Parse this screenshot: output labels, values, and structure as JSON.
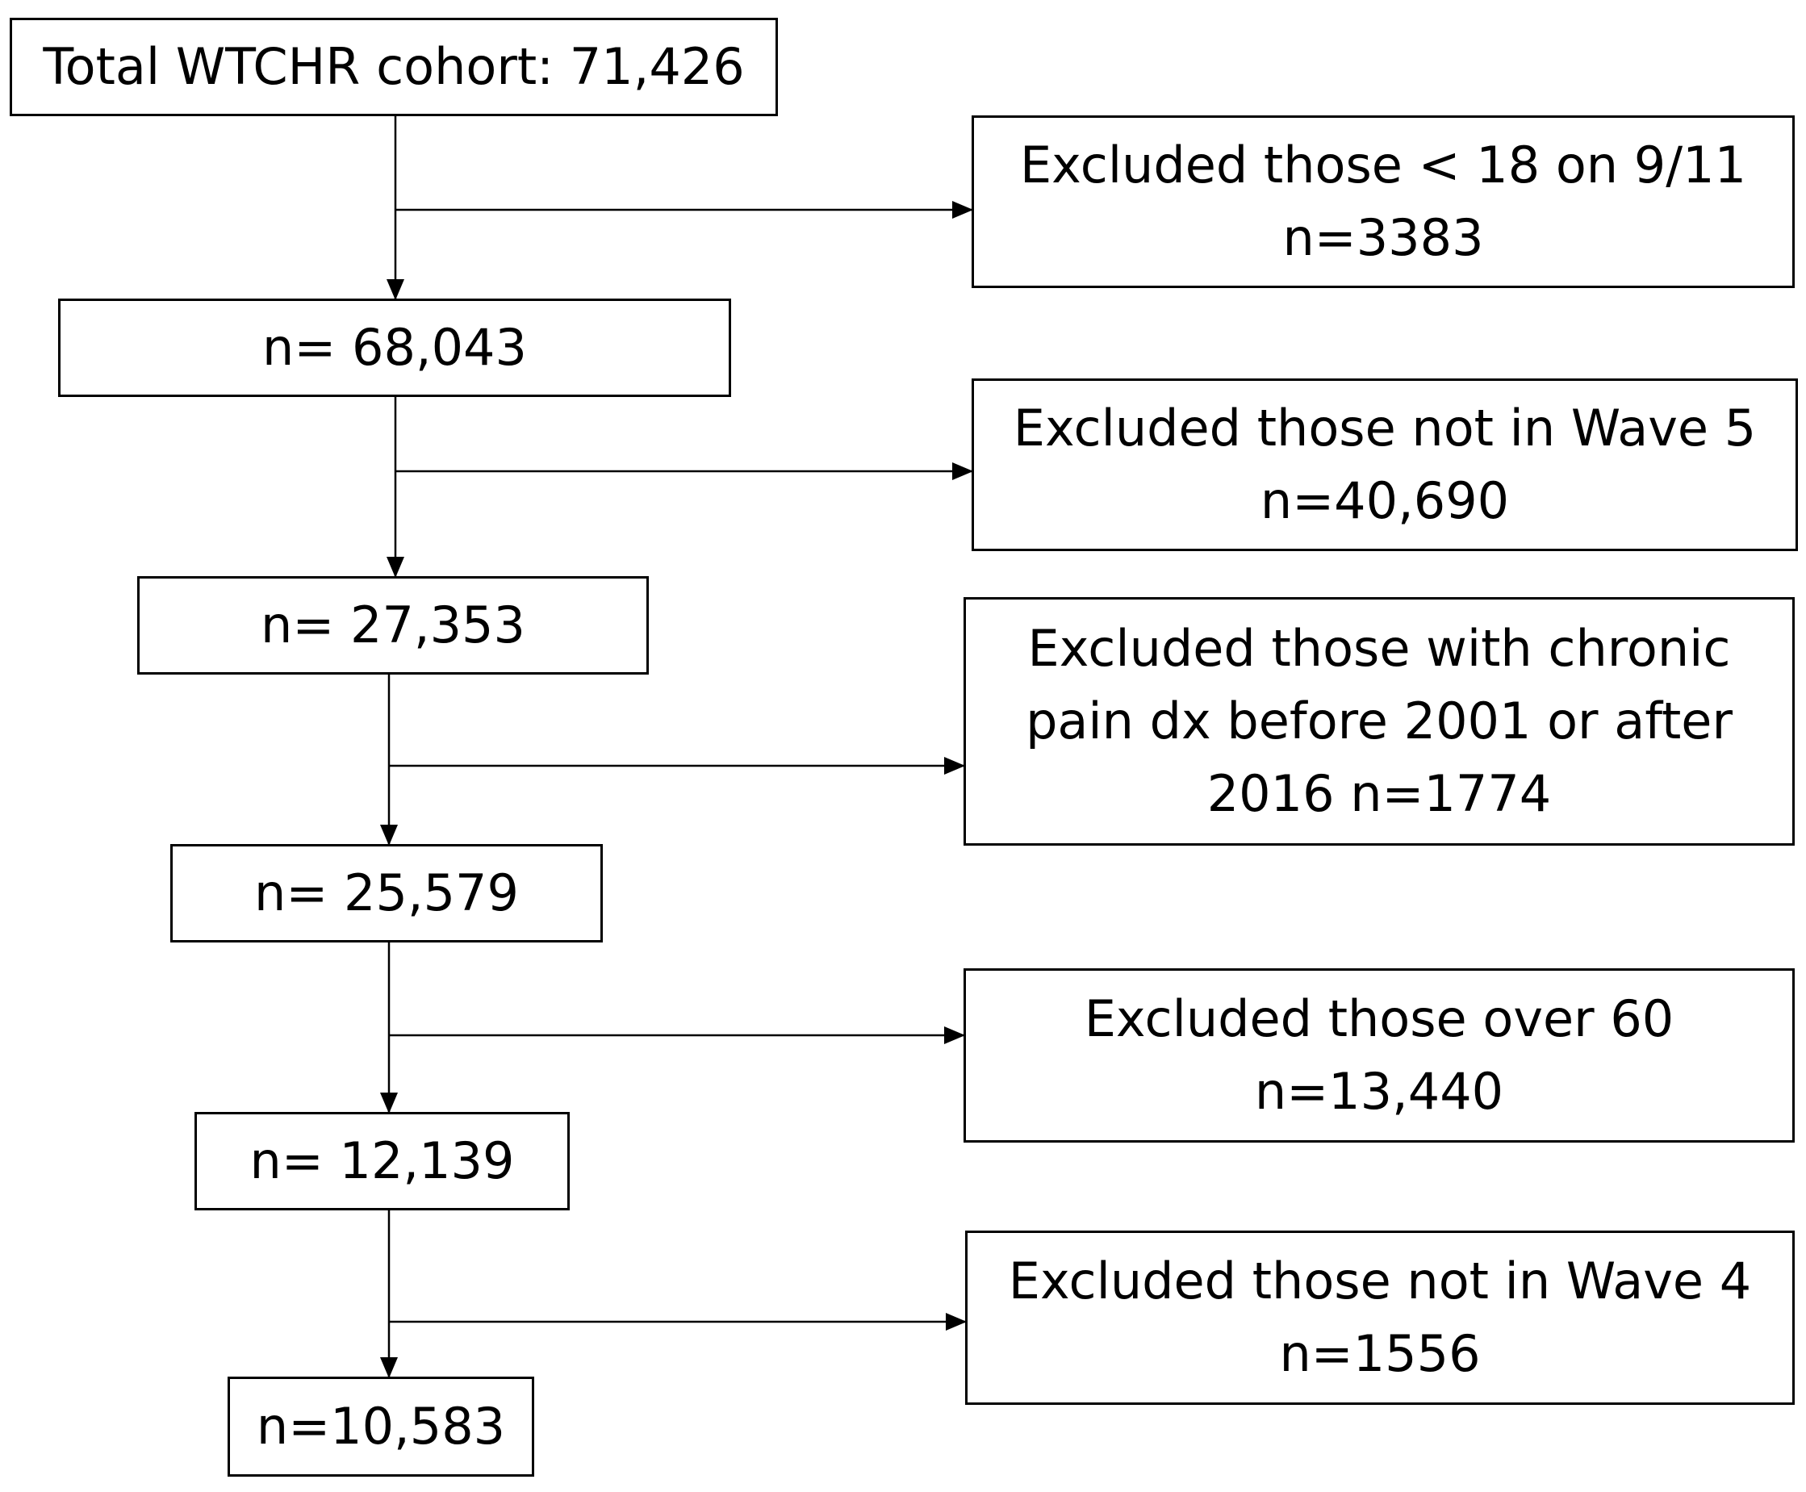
{
  "flowchart": {
    "main_steps": [
      {
        "label": "Total WTCHR cohort: 71,426"
      },
      {
        "label": "n= 68,043"
      },
      {
        "label": "n= 27,353"
      },
      {
        "label": "n= 25,579"
      },
      {
        "label": "n= 12,139"
      },
      {
        "label": "n=10,583"
      }
    ],
    "exclusions": [
      {
        "label": "Excluded those < 18 on 9/11\nn=3383"
      },
      {
        "label": "Excluded those not in Wave 5\nn=40,690"
      },
      {
        "label": "Excluded those with chronic\npain dx before 2001 or after\n2016 n=1774"
      },
      {
        "label": "Excluded those over 60\nn=13,440"
      },
      {
        "label": "Excluded those not in Wave 4\nn=1556"
      }
    ]
  },
  "colors": {
    "line": "#000000",
    "box_border": "#000000",
    "background": "#ffffff"
  }
}
